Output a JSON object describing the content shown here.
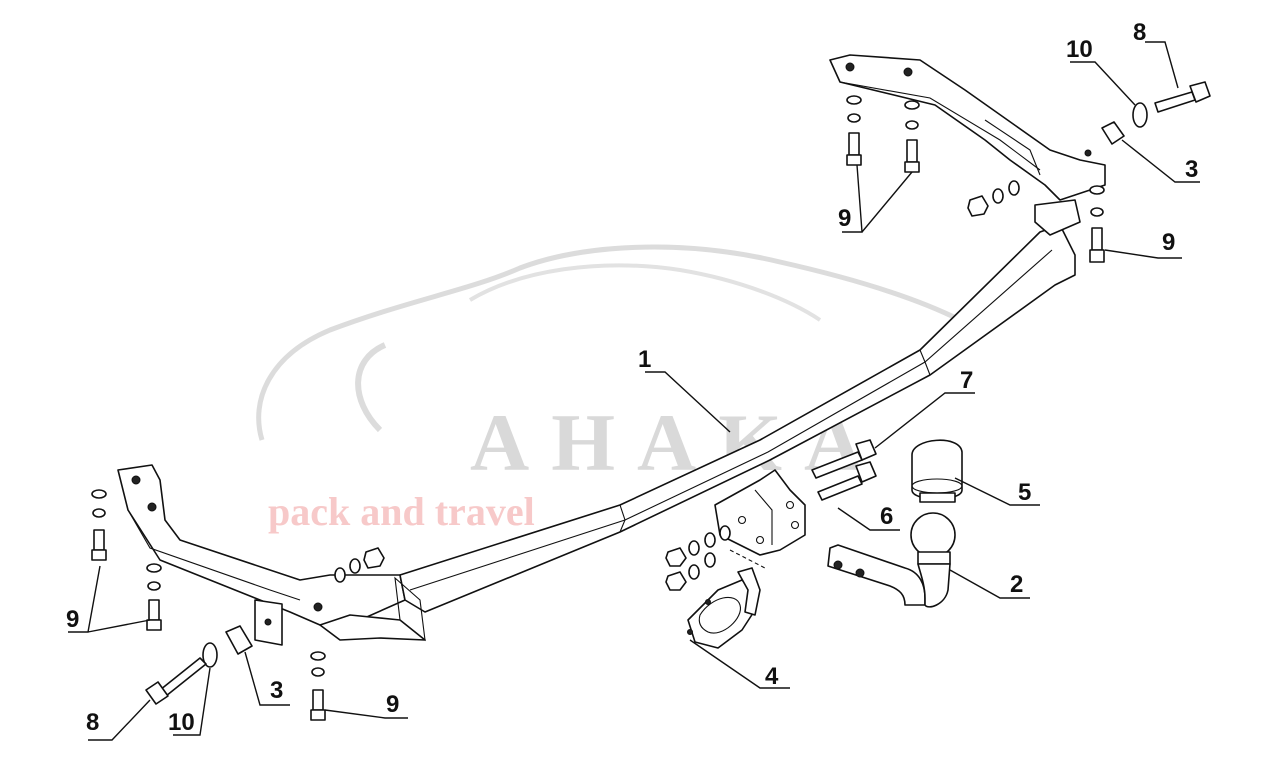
{
  "watermark": {
    "brand": "AHAKA",
    "tagline": "pack and travel",
    "brand_color": "#d9d9d9",
    "tagline_color": "#f7c9c9"
  },
  "callouts": [
    {
      "id": "c1",
      "label": "1"
    },
    {
      "id": "c2",
      "label": "2"
    },
    {
      "id": "c3a",
      "label": "3"
    },
    {
      "id": "c3b",
      "label": "3"
    },
    {
      "id": "c4",
      "label": "4"
    },
    {
      "id": "c5",
      "label": "5"
    },
    {
      "id": "c6",
      "label": "6"
    },
    {
      "id": "c7",
      "label": "7"
    },
    {
      "id": "c8a",
      "label": "8"
    },
    {
      "id": "c8b",
      "label": "8"
    },
    {
      "id": "c9a",
      "label": "9"
    },
    {
      "id": "c9b",
      "label": "9"
    },
    {
      "id": "c9c",
      "label": "9"
    },
    {
      "id": "c9d",
      "label": "9"
    },
    {
      "id": "c10a",
      "label": "10"
    },
    {
      "id": "c10b",
      "label": "10"
    }
  ]
}
